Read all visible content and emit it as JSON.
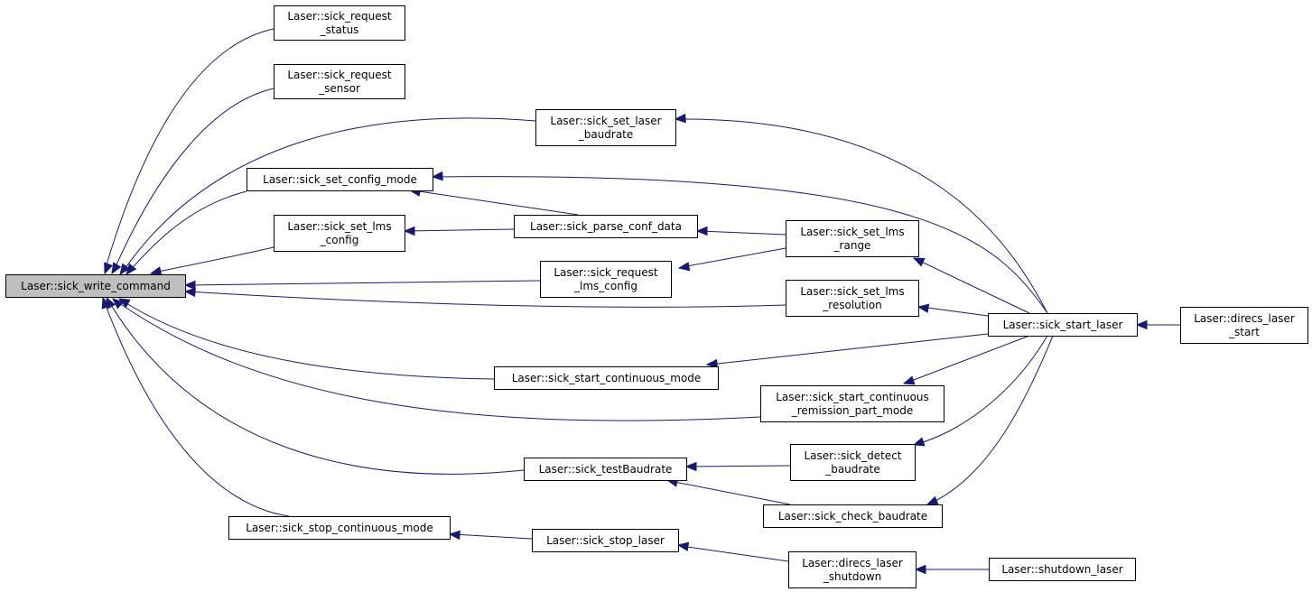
{
  "graph": {
    "nodes": [
      {
        "id": "write_command",
        "lines": [
          "Laser::sick_write_command"
        ],
        "highlight": true
      },
      {
        "id": "request_status",
        "lines": [
          "Laser::sick_request",
          "_status"
        ]
      },
      {
        "id": "request_sensor",
        "lines": [
          "Laser::sick_request",
          "_sensor"
        ]
      },
      {
        "id": "set_laser_baudrate",
        "lines": [
          "Laser::sick_set_laser",
          "_baudrate"
        ]
      },
      {
        "id": "set_config_mode",
        "lines": [
          "Laser::sick_set_config_mode"
        ]
      },
      {
        "id": "set_lms_config",
        "lines": [
          "Laser::sick_set_lms",
          "_config"
        ]
      },
      {
        "id": "parse_conf_data",
        "lines": [
          "Laser::sick_parse_conf_data"
        ]
      },
      {
        "id": "set_lms_range",
        "lines": [
          "Laser::sick_set_lms",
          "_range"
        ]
      },
      {
        "id": "request_lms_config",
        "lines": [
          "Laser::sick_request",
          "_lms_config"
        ]
      },
      {
        "id": "set_lms_resolution",
        "lines": [
          "Laser::sick_set_lms",
          "_resolution"
        ]
      },
      {
        "id": "start_laser",
        "lines": [
          "Laser::sick_start_laser"
        ]
      },
      {
        "id": "direcs_laser_start",
        "lines": [
          "Laser::direcs_laser",
          "_start"
        ]
      },
      {
        "id": "start_continuous_mode",
        "lines": [
          "Laser::sick_start_continuous_mode"
        ]
      },
      {
        "id": "start_continuous_remission",
        "lines": [
          "Laser::sick_start_continuous",
          "_remission_part_mode"
        ]
      },
      {
        "id": "detect_baudrate",
        "lines": [
          "Laser::sick_detect",
          "_baudrate"
        ]
      },
      {
        "id": "test_baudrate",
        "lines": [
          "Laser::sick_testBaudrate"
        ]
      },
      {
        "id": "check_baudrate",
        "lines": [
          "Laser::sick_check_baudrate"
        ]
      },
      {
        "id": "stop_continuous_mode",
        "lines": [
          "Laser::sick_stop_continuous_mode"
        ]
      },
      {
        "id": "stop_laser",
        "lines": [
          "Laser::sick_stop_laser"
        ]
      },
      {
        "id": "direcs_laser_shutdown",
        "lines": [
          "Laser::direcs_laser",
          "_shutdown"
        ]
      },
      {
        "id": "shutdown_laser",
        "lines": [
          "Laser::shutdown_laser"
        ]
      }
    ],
    "edges": [
      {
        "from": "request_status",
        "to": "write_command"
      },
      {
        "from": "request_sensor",
        "to": "write_command"
      },
      {
        "from": "set_laser_baudrate",
        "to": "write_command"
      },
      {
        "from": "set_config_mode",
        "to": "write_command"
      },
      {
        "from": "set_lms_config",
        "to": "write_command"
      },
      {
        "from": "request_lms_config",
        "to": "write_command"
      },
      {
        "from": "set_lms_resolution",
        "to": "write_command"
      },
      {
        "from": "start_continuous_mode",
        "to": "write_command"
      },
      {
        "from": "start_continuous_remission",
        "to": "write_command"
      },
      {
        "from": "test_baudrate",
        "to": "write_command"
      },
      {
        "from": "stop_continuous_mode",
        "to": "write_command"
      },
      {
        "from": "parse_conf_data",
        "to": "set_config_mode"
      },
      {
        "from": "parse_conf_data",
        "to": "set_lms_config"
      },
      {
        "from": "set_lms_range",
        "to": "parse_conf_data"
      },
      {
        "from": "set_lms_range",
        "to": "request_lms_config"
      },
      {
        "from": "start_laser",
        "to": "set_laser_baudrate"
      },
      {
        "from": "start_laser",
        "to": "set_config_mode"
      },
      {
        "from": "start_laser",
        "to": "set_lms_range"
      },
      {
        "from": "start_laser",
        "to": "set_lms_resolution"
      },
      {
        "from": "start_laser",
        "to": "start_continuous_mode"
      },
      {
        "from": "start_laser",
        "to": "start_continuous_remission"
      },
      {
        "from": "start_laser",
        "to": "detect_baudrate"
      },
      {
        "from": "start_laser",
        "to": "check_baudrate"
      },
      {
        "from": "direcs_laser_start",
        "to": "start_laser"
      },
      {
        "from": "detect_baudrate",
        "to": "test_baudrate"
      },
      {
        "from": "check_baudrate",
        "to": "test_baudrate"
      },
      {
        "from": "stop_laser",
        "to": "stop_continuous_mode"
      },
      {
        "from": "direcs_laser_shutdown",
        "to": "stop_laser"
      },
      {
        "from": "shutdown_laser",
        "to": "direcs_laser_shutdown"
      }
    ],
    "colors": {
      "edge": "#191970",
      "root_fill": "#bfbfbf",
      "node_fill": "#ffffff",
      "node_border": "#000000"
    }
  }
}
